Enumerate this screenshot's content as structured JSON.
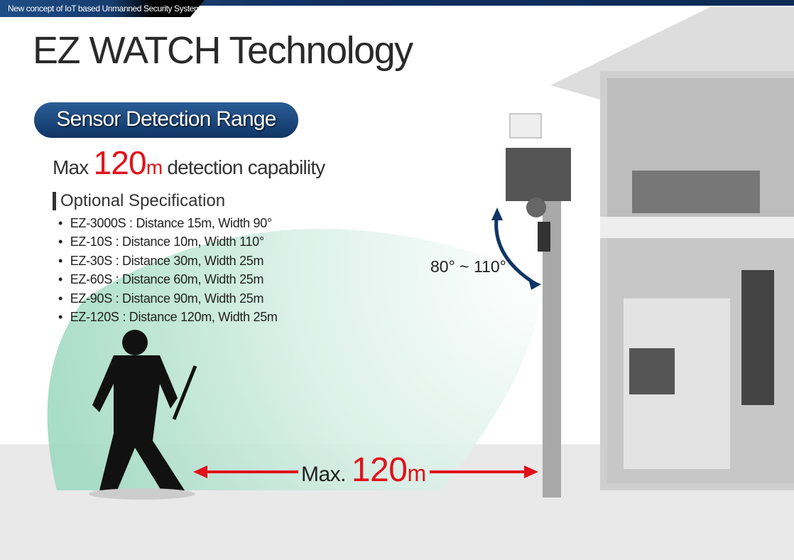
{
  "header": {
    "tagline": "New concept of IoT based Unmanned Security System",
    "title": "EZ WATCH Technology"
  },
  "section": {
    "badge": "Sensor Detection Range",
    "max_prefix": "Max",
    "max_value": "120",
    "max_unit": "m",
    "max_suffix": "detection capability"
  },
  "spec": {
    "heading": "Optional  Specification",
    "items": [
      "EZ-3000S : Distance 15m, Width 90°",
      "EZ-10S :  Distance 10m,  Width 110°",
      "EZ-30S : Distance 30m, Width 25m",
      "EZ-60S : Distance 60m, Width 25m",
      "EZ-90S : Distance 90m, Width 25m",
      "EZ-120S : Distance 120m, Width 25m"
    ]
  },
  "diagram": {
    "angle_label": "80° ~ 110°",
    "distance_prefix": "Max.",
    "distance_value": "120",
    "distance_unit": "m"
  },
  "colors": {
    "accent": "#e1121a",
    "brand": "#0f3566",
    "beam": "#a9dccb"
  }
}
